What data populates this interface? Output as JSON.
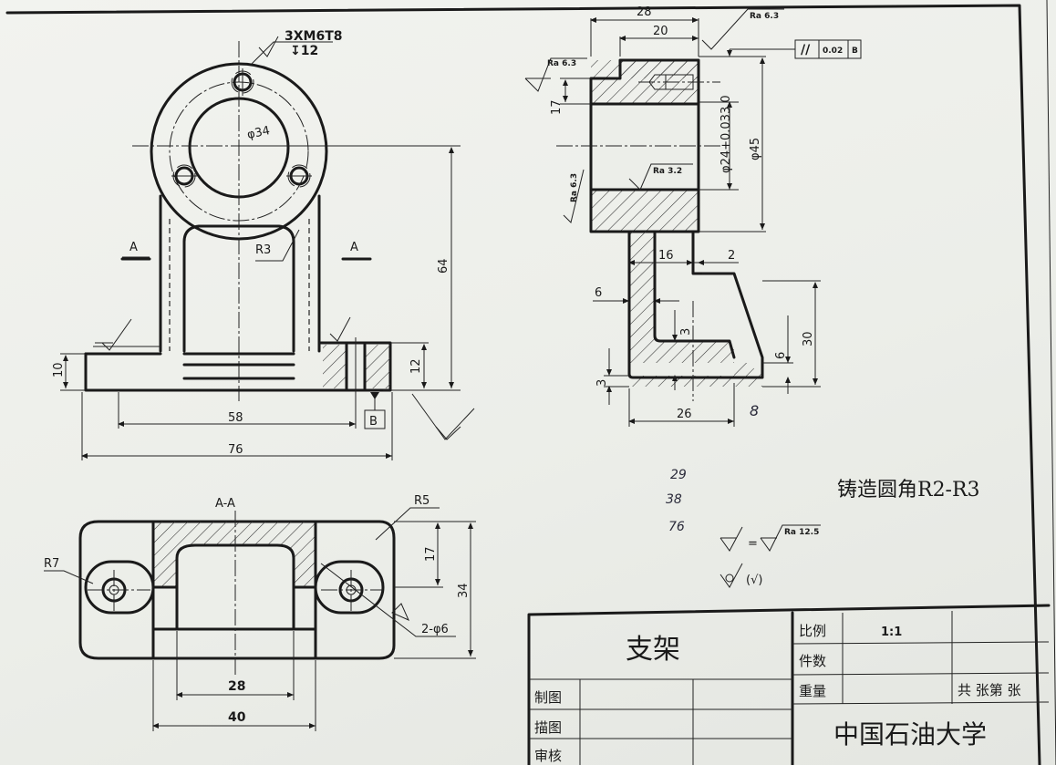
{
  "title_block": {
    "part_name": "支架",
    "scale_label": "比例",
    "scale_value": "1:1",
    "quantity_label": "件数",
    "weight_label": "重量",
    "sheet_info": "共  张第  张",
    "drawn_label": "制图",
    "traced_label": "描图",
    "checked_label": "审核",
    "organization": "中国石油大学"
  },
  "notes": {
    "casting_fillet": "铸造圆角R2-R3",
    "roughness_equivalence_eq": "=",
    "roughness_equivalence_value": "Ra 12.5",
    "as_cast_symbol_note": "(√)",
    "handwritten_1": "29",
    "handwritten_2": "38",
    "handwritten_3": "76"
  },
  "front_view": {
    "thread_callout": "3XM6T8",
    "thread_depth": "↧12",
    "bore_dia": "φ34",
    "fillet": "R3",
    "section_mark_left": "A",
    "section_mark_right": "A",
    "dim_height": "64",
    "dim_base_thickness": "10",
    "dim_base_right": "12",
    "dim_hole_spacing": "58",
    "dim_overall_width": "76",
    "datum_label": "B"
  },
  "side_view": {
    "dim_width_outer": "28",
    "dim_width_inner": "20",
    "ra_top": "Ra 6.3",
    "ra_left": "Ra 6.3",
    "ra_left_lower": "Ra 6.3",
    "ra_bore": "Ra 3.2",
    "dim_17": "17",
    "dim_bore": "φ24+0.033 0",
    "dim_outer_dia": "φ45",
    "tolerance_symbol": "//",
    "tolerance_value": "0.02",
    "tolerance_datum": "B",
    "dim_16": "16",
    "dim_2": "2",
    "dim_6_web": "6",
    "dim_3_top": "3",
    "dim_6_foot": "6",
    "dim_30": "30",
    "dim_3_bottom": "3",
    "dim_26": "26",
    "dim_8": "8"
  },
  "section_view": {
    "label": "A-A",
    "fillet_r5": "R5",
    "fillet_r7": "R7",
    "dim_17": "17",
    "dim_34": "34",
    "holes": "2-φ6",
    "dim_28": "28",
    "dim_40": "40"
  }
}
